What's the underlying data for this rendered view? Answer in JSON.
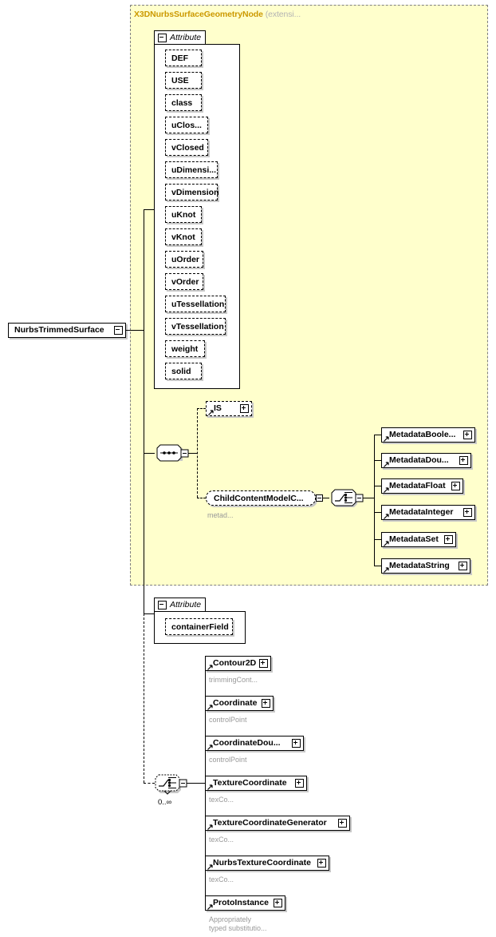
{
  "diagram": {
    "type": "xml-schema-element-diagram",
    "root_element": {
      "name": "NurbsTrimmedSurface",
      "toggle": "minus"
    },
    "extension_region": {
      "title": "X3DNurbsSurfaceGeometryNode",
      "qualifier": "(extensi...",
      "fill_color": "#ffffcc",
      "border_color": "#808080"
    },
    "inherited_attribute_group": {
      "label": "Attribute",
      "toggle": "minus",
      "items": [
        {
          "name": "DEF"
        },
        {
          "name": "USE"
        },
        {
          "name": "class"
        },
        {
          "name": "uClos..."
        },
        {
          "name": "vClosed"
        },
        {
          "name": "uDimensi..."
        },
        {
          "name": "vDimension"
        },
        {
          "name": "uKnot"
        },
        {
          "name": "vKnot"
        },
        {
          "name": "uOrder"
        },
        {
          "name": "vOrder"
        },
        {
          "name": "uTessellation"
        },
        {
          "name": "vTessellation"
        },
        {
          "name": "weight"
        },
        {
          "name": "solid"
        }
      ]
    },
    "inherited_sequence": {
      "compositor": "sequence",
      "toggle": "minus",
      "children": [
        {
          "name": "IS",
          "toggle": "plus",
          "style": "dashed",
          "caption": ""
        },
        {
          "name": "ChildContentModelC...",
          "style": "group-ref",
          "caption": "metad...",
          "toggle": "minus"
        }
      ]
    },
    "metadata_choice": {
      "compositor": "choice",
      "toggle": "minus",
      "children": [
        {
          "name": "MetadataBoole...",
          "toggle": "plus"
        },
        {
          "name": "MetadataDou...",
          "toggle": "plus"
        },
        {
          "name": "MetadataFloat",
          "toggle": "plus"
        },
        {
          "name": "MetadataInteger",
          "toggle": "plus"
        },
        {
          "name": "MetadataSet",
          "toggle": "plus"
        },
        {
          "name": "MetadataString",
          "toggle": "plus"
        }
      ]
    },
    "own_attribute_group": {
      "label": "Attribute",
      "toggle": "minus",
      "items": [
        {
          "name": "containerField"
        }
      ]
    },
    "own_choice": {
      "compositor": "choice",
      "style": "dashed",
      "toggle": "minus",
      "occurs": "0..∞",
      "children": [
        {
          "name": "Contour2D",
          "toggle": "plus",
          "caption": "trimmingCont..."
        },
        {
          "name": "Coordinate",
          "toggle": "plus",
          "caption": "controlPoint"
        },
        {
          "name": "CoordinateDou...",
          "toggle": "plus",
          "caption": "controlPoint"
        },
        {
          "name": "TextureCoordinate",
          "toggle": "plus",
          "caption": "texCo..."
        },
        {
          "name": "TextureCoordinateGenerator",
          "toggle": "plus",
          "caption": "texCo..."
        },
        {
          "name": "NurbsTextureCoordinate",
          "toggle": "plus",
          "caption": "texCo..."
        },
        {
          "name": "ProtoInstance",
          "toggle": "plus",
          "caption": "Appropriately\ntyped substitutio..."
        }
      ]
    }
  }
}
